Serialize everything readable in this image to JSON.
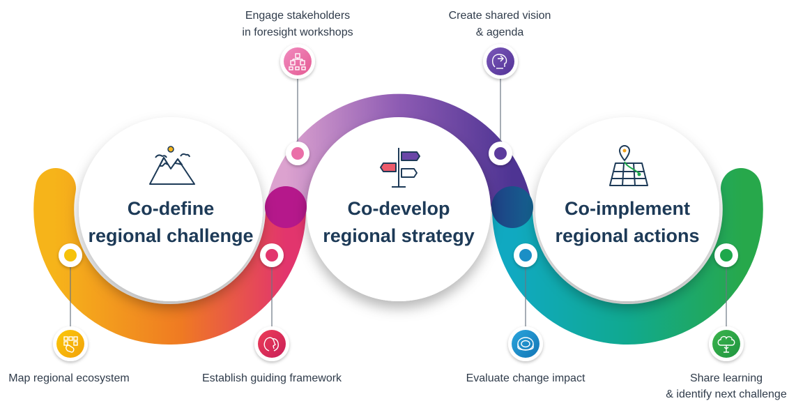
{
  "phases": [
    {
      "id": "define",
      "title_line1": "Co-define",
      "title_line2": "regional challenge",
      "icon": "mountain-icon"
    },
    {
      "id": "develop",
      "title_line1": "Co-develop",
      "title_line2": "regional strategy",
      "icon": "signpost-icon"
    },
    {
      "id": "implement",
      "title_line1": "Co-implement",
      "title_line2": "regional actions",
      "icon": "map-pin-icon"
    }
  ],
  "steps": [
    {
      "id": "map",
      "lines": [
        "Map regional ecosystem"
      ],
      "icon": "ecosystem-icon",
      "color": "#f2a400"
    },
    {
      "id": "establish",
      "lines": [
        "Establish guiding framework"
      ],
      "icon": "heads-icon",
      "color": "#e23b4d"
    },
    {
      "id": "engage",
      "lines": [
        "Engage stakeholders",
        "in foresight workshops"
      ],
      "icon": "hierarchy-icon",
      "color": "#e55b93"
    },
    {
      "id": "create",
      "lines": [
        "Create shared vision",
        "& agenda"
      ],
      "icon": "lightbulb-head-icon",
      "color": "#6644a4"
    },
    {
      "id": "evaluate",
      "lines": [
        "Evaluate change impact"
      ],
      "icon": "target-icon",
      "color": "#1b8fc6"
    },
    {
      "id": "share",
      "lines": [
        "Share learning",
        "& identify next challenge"
      ],
      "icon": "tree-icon",
      "color": "#2aa44a"
    }
  ],
  "colors": {
    "orange": "#f3a31b",
    "red_orange": "#ec5a2a",
    "magenta": "#c2168a",
    "pink": "#d68bc6",
    "purple": "#6a46a7",
    "dark_purple": "#4a2f86",
    "navy": "#1e3b7a",
    "teal": "#14aeb3",
    "green": "#1ea84c",
    "title": "#1d3a57"
  }
}
